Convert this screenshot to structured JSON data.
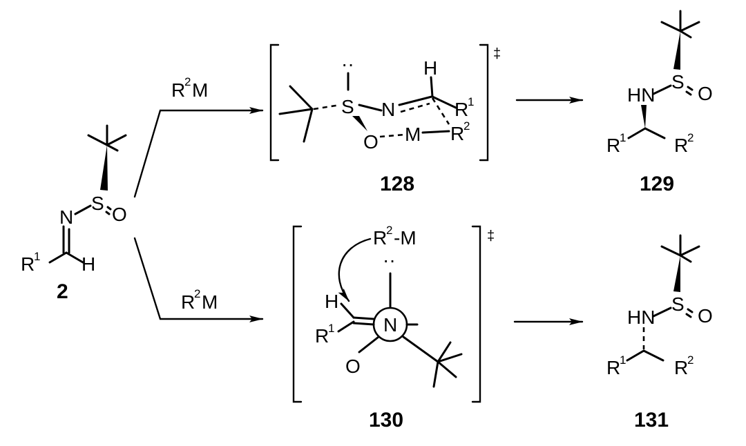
{
  "scheme": {
    "reagent_top": "R",
    "reagent_top_sup": "2",
    "reagent_top_M": "M",
    "reagent_bottom": "R",
    "reagent_bottom_sup": "2",
    "reagent_bottom_M": "M"
  },
  "atoms": {
    "N": "N",
    "S": "S",
    "O": "O",
    "H": "H",
    "HN": "HN",
    "M": "M",
    "R": "R",
    "one": "1",
    "two": "2",
    "R2M_dash": "-M"
  },
  "compounds": {
    "start": "2",
    "ts_top": "128",
    "product_top": "129",
    "ts_bottom": "130",
    "product_bottom": "131"
  },
  "symbols": {
    "dagger": "‡",
    "lone_pair": "··"
  }
}
